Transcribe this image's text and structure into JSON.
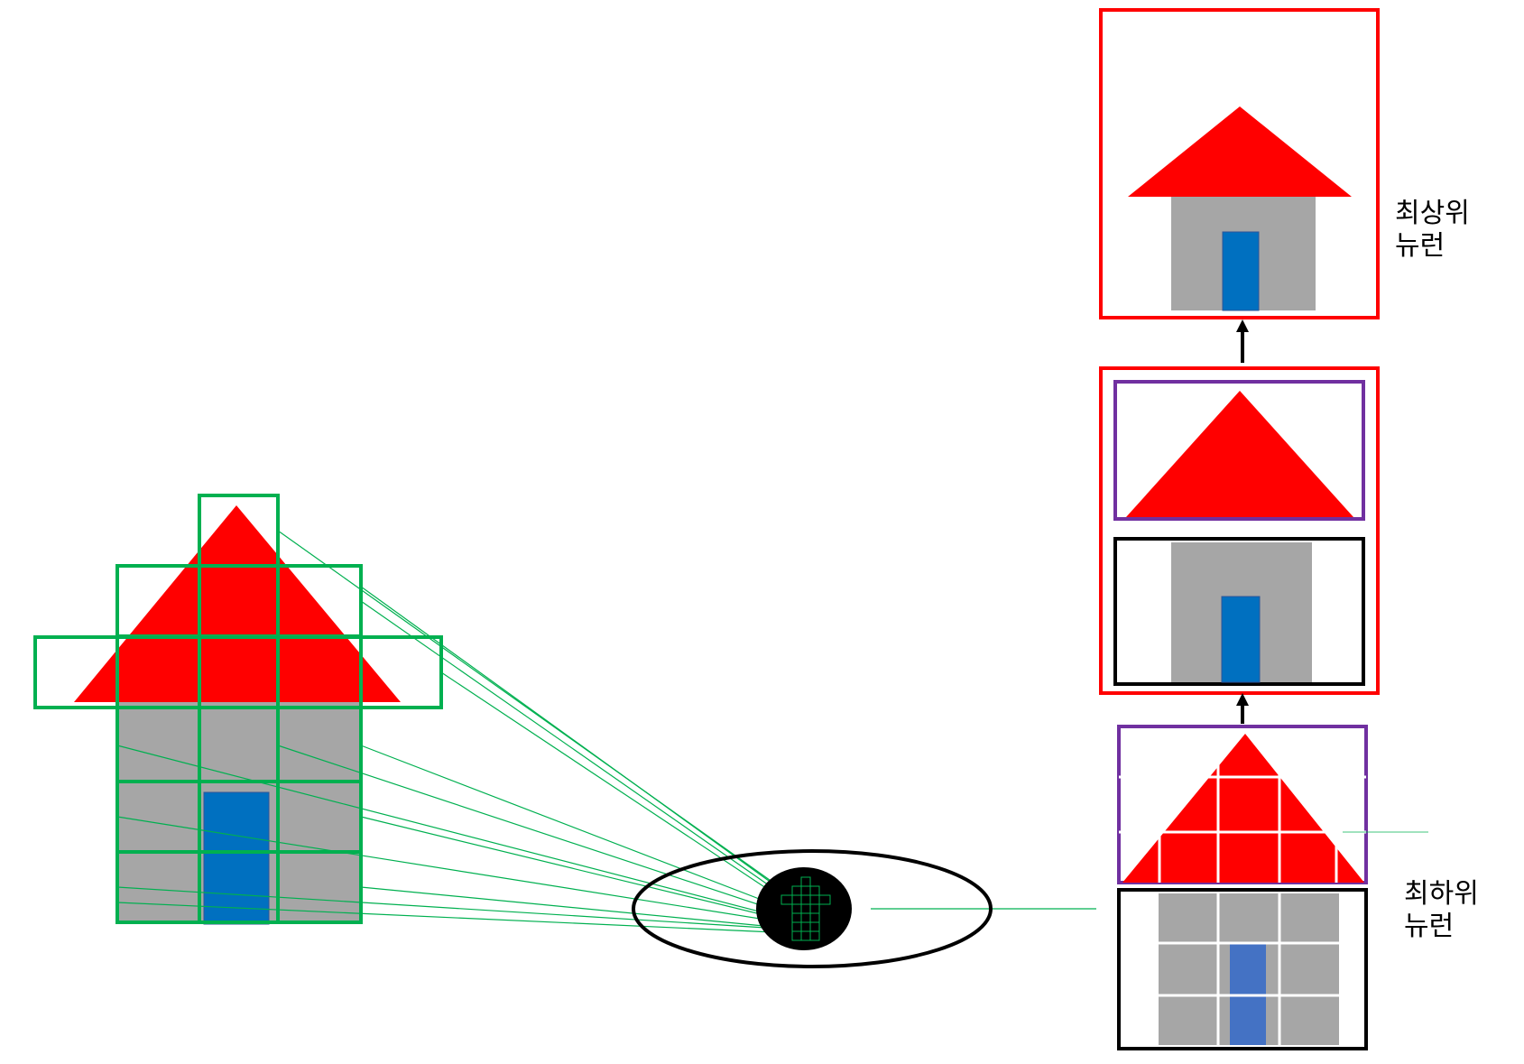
{
  "labels": {
    "top_neuron_line1": "최상위",
    "top_neuron_line2": "뉴런",
    "bottom_neuron_line1": "최하위",
    "bottom_neuron_line2": "뉴런"
  },
  "colors": {
    "roof": "#ff0000",
    "wall": "#a6a6a6",
    "door": "#0070c0",
    "door_light": "#4472c4",
    "receptive_field": "#00b050",
    "frame_red": "#ff0000",
    "frame_purple": "#7030a0",
    "frame_black": "#000000"
  }
}
